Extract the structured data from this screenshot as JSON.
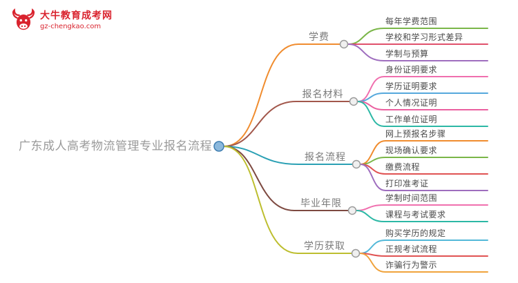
{
  "logo": {
    "site_name": "大牛教育成考网",
    "site_url": "gz-chengkao.com",
    "color": "#d9232e"
  },
  "root": {
    "label": "广东成人高考物流管理专业报名流程",
    "color": "#9a9a9a",
    "node_fill": "#8bb8dc",
    "node_stroke": "#3e7db0"
  },
  "node_style": {
    "branch_node_fill": "#f0f0f0",
    "branch_node_stroke": "#9a9a9a"
  },
  "branches": [
    {
      "label": "学费",
      "color": "#f08c2e",
      "children": [
        {
          "label": "每年学费范围",
          "color": "#7ab648"
        },
        {
          "label": "学校和学习形式差异",
          "color": "#e0506b"
        },
        {
          "label": "学制与预算",
          "color": "#9e6dbe"
        }
      ]
    },
    {
      "label": "报名材料",
      "color": "#a2574b",
      "children": [
        {
          "label": "身份证明要求",
          "color": "#f06fae"
        },
        {
          "label": "学历证明要求",
          "color": "#55a8dc"
        },
        {
          "label": "个人情况证明",
          "color": "#ea5f9f"
        },
        {
          "label": "工作单位证明",
          "color": "#2cb8a5"
        }
      ]
    },
    {
      "label": "报名流程",
      "color": "#2aa0b4",
      "children": [
        {
          "label": "网上预报名步骤",
          "color": "#f08c2e"
        },
        {
          "label": "现场确认要求",
          "color": "#7ab648"
        },
        {
          "label": "缴费流程",
          "color": "#e05252"
        },
        {
          "label": "打印准考证",
          "color": "#9e6dbe"
        }
      ]
    },
    {
      "label": "毕业年限",
      "color": "#7d4940",
      "children": [
        {
          "label": "学制时间范围",
          "color": "#f06fae"
        },
        {
          "label": "课程与考试要求",
          "color": "#2cb8a5"
        }
      ]
    },
    {
      "label": "学历获取",
      "color": "#bdbe2f",
      "children": [
        {
          "label": "购买学历的规定",
          "color": "#52b8d8"
        },
        {
          "label": "正规考试流程",
          "color": "#e05252"
        },
        {
          "label": "诈骗行为警示",
          "color": "#f0a33c"
        }
      ]
    }
  ]
}
